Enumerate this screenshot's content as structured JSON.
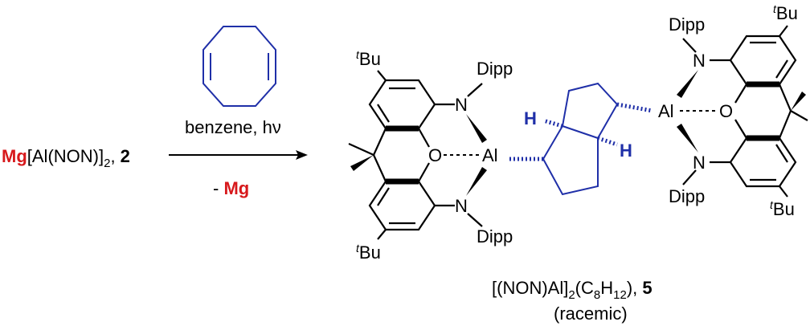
{
  "reactant": {
    "metal": "Mg",
    "formula_part1": "[Al(NON)]",
    "sub_2": "2",
    "sep": ", ",
    "number": "2"
  },
  "arrow": {
    "solvent": "benzene, hν",
    "byproduct_prefix": "- ",
    "byproduct_metal": "Mg"
  },
  "product": {
    "formula_a": "[(NON)Al]",
    "sub_2": "2",
    "formula_b": "(C",
    "sub_8": "8",
    "formula_c": "H",
    "sub_12": "12",
    "formula_d": "), ",
    "number": "5",
    "note": "(racemic)"
  },
  "atoms": {
    "al": "Al",
    "n": "N",
    "o": "O",
    "h": "H",
    "dipp": "Dipp",
    "tbu_sup": "t",
    "tbu": "Bu"
  },
  "colors": {
    "highlight_red": "#d7191c",
    "substrate_blue": "#1f2fa8"
  }
}
